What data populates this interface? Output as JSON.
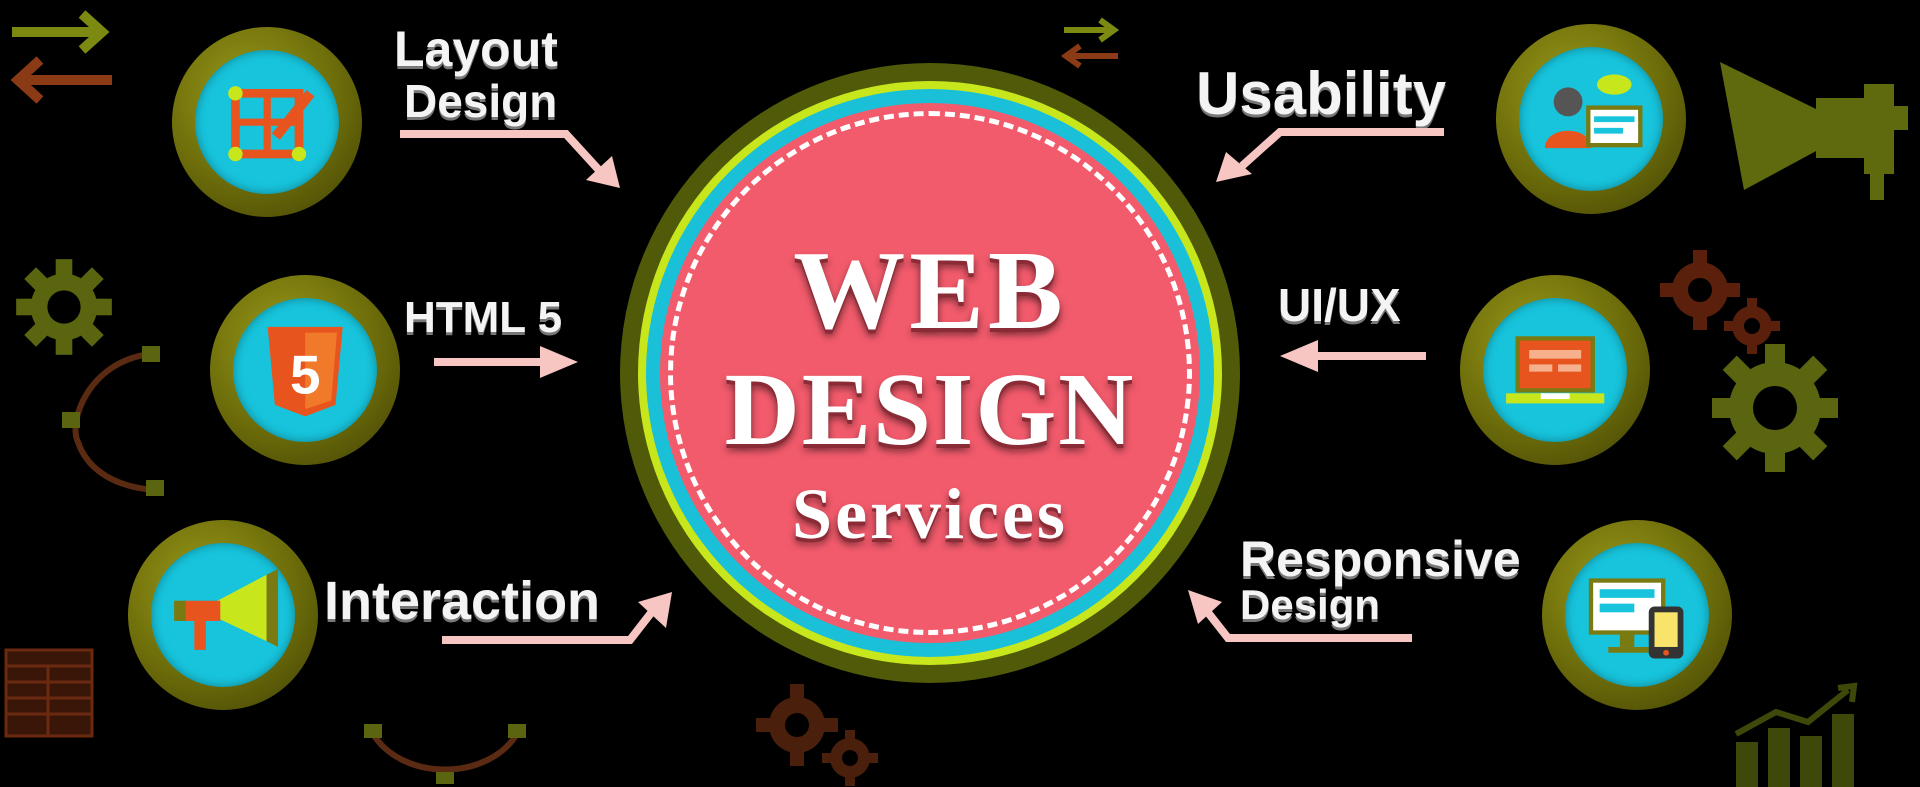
{
  "center": {
    "line1": "WEB",
    "line2": "DESIGN",
    "line3": "Services"
  },
  "features": {
    "layout": {
      "line1": "Layout",
      "line2": "Design",
      "icon": "layout-grid-icon"
    },
    "html5": {
      "label": "HTML 5",
      "icon": "html5-shield-icon",
      "shield_text": "5"
    },
    "interaction": {
      "label": "Interaction",
      "icon": "megaphone-icon"
    },
    "usability": {
      "label": "Usability",
      "icon": "user-desktop-icon"
    },
    "uiux": {
      "label": "UI/UX",
      "icon": "laptop-icon"
    },
    "responsive": {
      "line1": "Responsive",
      "line2": "Design",
      "icon": "monitor-phone-icon"
    }
  },
  "colors": {
    "background": "#000000",
    "center_core": "#f25b6c",
    "center_ring": "#c8e61c",
    "accent_cyan": "#17c4dc",
    "badge_olive": "#6b6b0a",
    "arrow_pink": "#f7c6c2",
    "decor_brown": "#6b2a10"
  }
}
